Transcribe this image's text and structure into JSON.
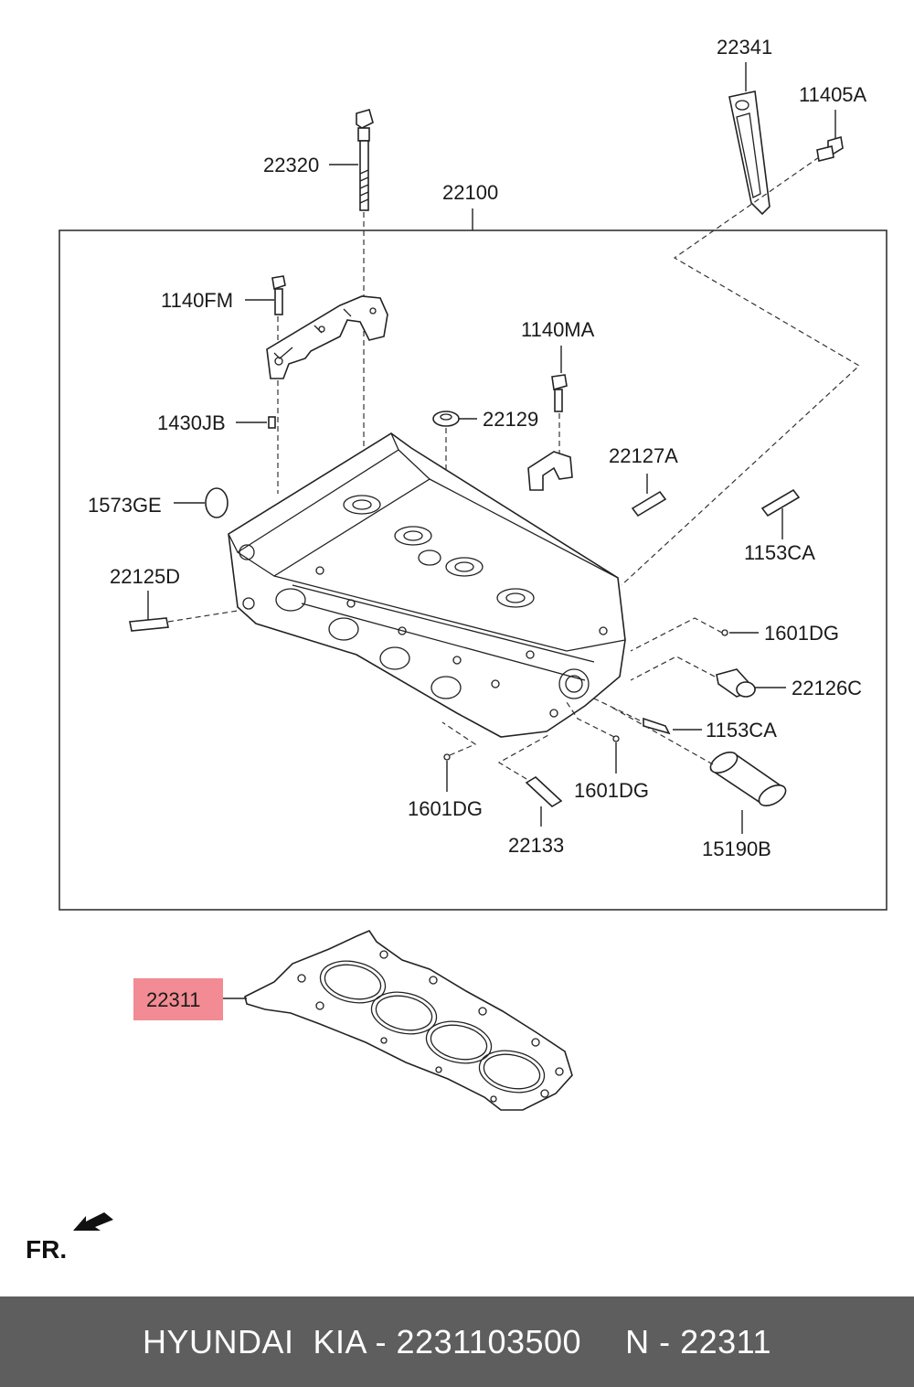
{
  "labels": {
    "p22341": "22341",
    "p11405A": "11405A",
    "p22320": "22320",
    "p22100": "22100",
    "p1140FM": "1140FM",
    "p1140MA": "1140MA",
    "p1430JB": "1430JB",
    "p22129": "22129",
    "p22127A": "22127A",
    "p1573GE": "1573GE",
    "p1153CA_top": "1153CA",
    "p22125D": "22125D",
    "p1601DG_right": "1601DG",
    "p22126C": "22126C",
    "p1153CA_bottom": "1153CA",
    "p1601DG_bottom_mid": "1601DG",
    "p1601DG_bottom_left": "1601DG",
    "p22133": "22133",
    "p15190B": "15190B",
    "p22311": "22311"
  },
  "highlight_color": "#f28b93",
  "direction_label": "FR.",
  "footer": {
    "brand": "HYUNDAI  KIA - 2231103500",
    "ref": "N - 22311"
  }
}
